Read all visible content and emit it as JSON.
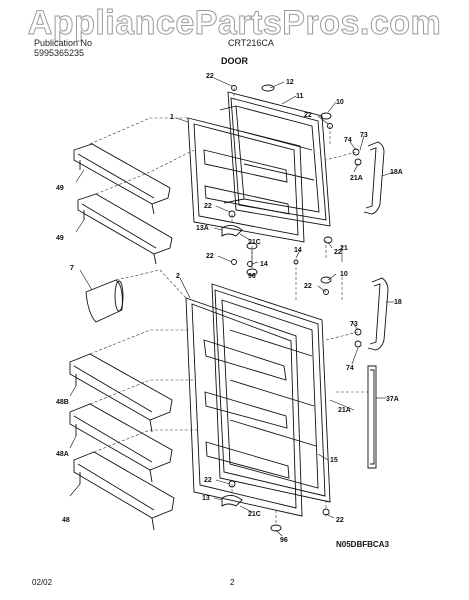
{
  "watermark": "AppliancePartsPros.com",
  "header": {
    "publication_label": "Publication No",
    "publication_number": "5995365235",
    "model": "CRT216CA"
  },
  "title": "DOOR",
  "footer": {
    "date": "02/02",
    "page": "2",
    "code": "N05DBFBCA3"
  },
  "callouts": {
    "c1": "1",
    "c2": "2",
    "c7": "7",
    "c10a": "10",
    "c10b": "10",
    "c11": "11",
    "c12": "12",
    "c13": "13",
    "c13a": "13A",
    "c14a": "14",
    "c14b": "14",
    "c15": "15",
    "c18": "18",
    "c18a": "18A",
    "c21": "21",
    "c21a1": "21A",
    "c21a2": "21A",
    "c21c1": "21C",
    "c21c2": "21C",
    "c22a": "22",
    "c22b": "22",
    "c22c": "22",
    "c22d": "22",
    "c22e": "22",
    "c22f": "22",
    "c22g": "22",
    "c22h": "22",
    "c37a": "37A",
    "c48": "48",
    "c48a": "48A",
    "c48b": "48B",
    "c49a": "49",
    "c49b": "49",
    "c73a": "73",
    "c73b": "73",
    "c74a": "74",
    "c74b": "74",
    "c96a": "96",
    "c96b": "96"
  }
}
